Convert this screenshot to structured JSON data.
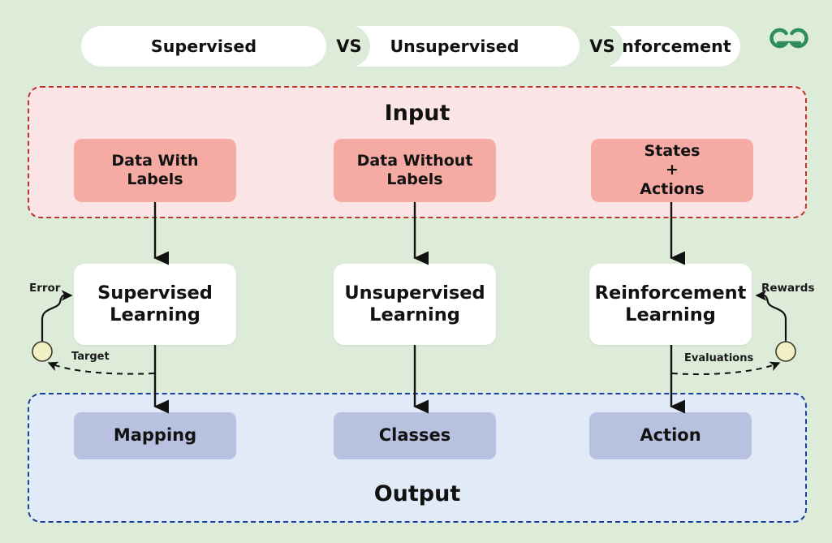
{
  "header": {
    "pills": [
      {
        "label": "Supervised"
      },
      {
        "label": "Unsupervised"
      },
      {
        "label": "Reinforcement"
      }
    ],
    "separators": [
      {
        "label": "VS"
      },
      {
        "label": "VS"
      }
    ],
    "logo_name": "geeksforgeeks-logo",
    "logo_color": "#2f8d5b"
  },
  "bands": {
    "input": {
      "title": "Input",
      "background": "#fbe4e6",
      "border_color": "#b8362c"
    },
    "output": {
      "title": "Output",
      "background": "#e1ebf8",
      "border_color": "#1d3f9e"
    }
  },
  "columns": [
    {
      "key": "supervised",
      "input_label": "Data With\nLabels",
      "model_label": "Supervised\nLearning",
      "output_label": "Mapping"
    },
    {
      "key": "unsupervised",
      "input_label": "Data Without\nLabels",
      "model_label": "Unsupervised\nLearning",
      "output_label": "Classes"
    },
    {
      "key": "reinforcement",
      "input_label": "States\n+\nActions",
      "model_label": "Reinforcement\nLearning",
      "output_label": "Action"
    }
  ],
  "loops": {
    "left": {
      "top_label": "Error",
      "bottom_label": "Target",
      "node_name": "feedback-node-left"
    },
    "right": {
      "top_label": "Rewards",
      "bottom_label": "Evaluations",
      "node_name": "feedback-node-right"
    }
  },
  "colors": {
    "page_background": "#dcecd8",
    "input_box": "#f5aba4",
    "model_box": "#ffffff",
    "output_box": "#b9c1e1",
    "loop_node_fill": "#f0f0c4",
    "connector": "#111111"
  }
}
